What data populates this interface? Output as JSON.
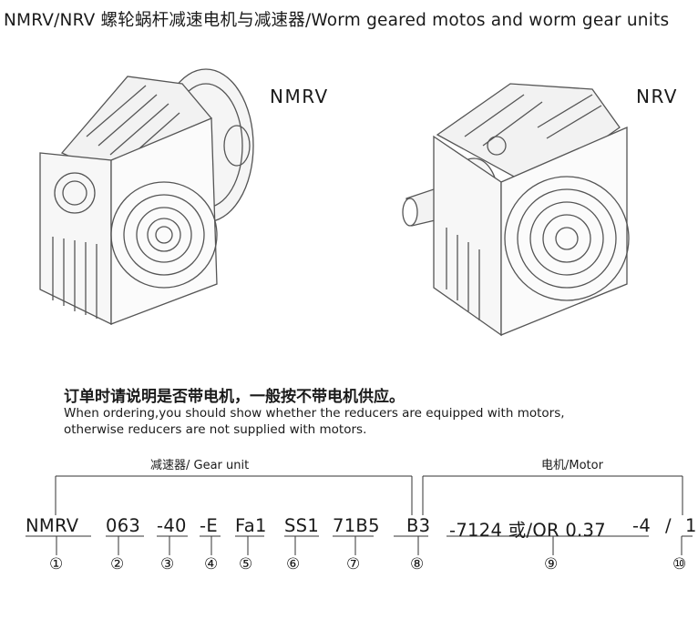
{
  "title": "NMRV/NRV 螺轮蜗杆减速电机与减速器/Worm geared motos and worm gear units",
  "models": {
    "left": "NMRV",
    "right": "NRV"
  },
  "notice": {
    "cn": "订单时请说明是否带电机，一般按不带电机供应。",
    "en_line1": "When ordering,you should show whether the reducers are equipped with motors,",
    "en_line2": "otherwise reducers are not supplied with motors."
  },
  "groups": {
    "gear_unit": "减速器/ Gear unit",
    "motor": "电机/Motor"
  },
  "code_segments": [
    {
      "text": "NMRV",
      "num": "①"
    },
    {
      "text": "063",
      "num": "②"
    },
    {
      "text": "-40",
      "num": "③"
    },
    {
      "text": "-E",
      "num": "④"
    },
    {
      "text": "Fa1",
      "num": "⑤"
    },
    {
      "text": "SS1",
      "num": "⑥"
    },
    {
      "text": "71B5",
      "num": "⑦"
    },
    {
      "text": "B3",
      "num": "⑧"
    },
    {
      "text": "-7124 或/OR 0.37",
      "num": "⑨"
    },
    {
      "text": "-4",
      "num": ""
    },
    {
      "text": "/",
      "num": ""
    },
    {
      "text": "1",
      "num": "⑩"
    }
  ],
  "colors": {
    "text": "#1a1a1a",
    "line": "#333333",
    "drawing": "#555555"
  }
}
